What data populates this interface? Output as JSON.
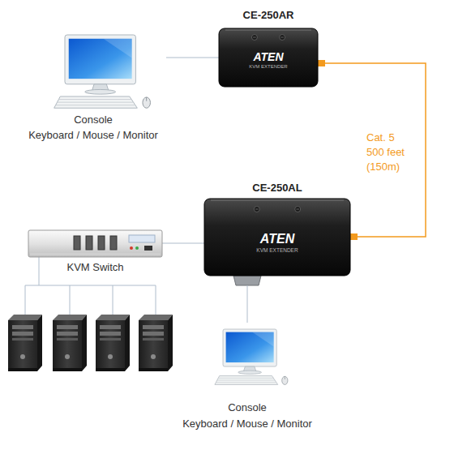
{
  "diagram": {
    "nodes": [
      {
        "text": [
          "Console",
          "Keyboard / Mouse / Monitor"
        ]
      },
      {
        "text": [
          "CE-250AR",
          "ATEN",
          "KVM EXTENDER"
        ]
      },
      {
        "text": [
          "CE-250AL",
          "ATEN",
          "KVM EXTENDER"
        ]
      },
      {
        "text": [
          "KVM Switch"
        ]
      },
      {
        "text": [
          "Console",
          "Keyboard / Mouse / Monitor"
        ]
      }
    ],
    "edges": [
      {
        "from": 0,
        "to": 1,
        "arrow": "none"
      },
      {
        "from": 1,
        "to": 2,
        "arrow": "none",
        "label": "Cat. 5 500 feet (150m)"
      },
      {
        "from": 3,
        "to": 2,
        "arrow": "none"
      },
      {
        "from": 2,
        "to": 4,
        "arrow": "none"
      }
    ]
  }
}
